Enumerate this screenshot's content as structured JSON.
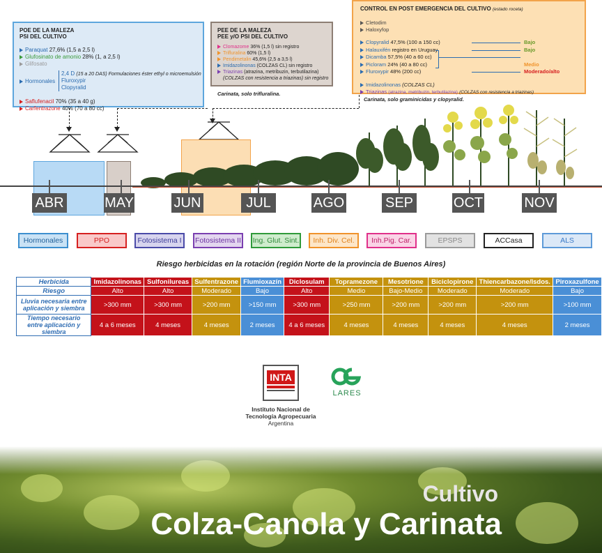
{
  "box_poe": {
    "title1": "POE DE LA MALEZA",
    "title2": "PSI DEL CULTIVO",
    "items": [
      {
        "name": "Paraquat",
        "dose": "27,6% (1,5 a 2,5 l)",
        "color": "#2b6cb0"
      },
      {
        "name": "Glufosinato de amonio",
        "dose": "28% (1, a 2,5 l)",
        "color": "#3a9a3a"
      },
      {
        "name": "Glifosato",
        "dose": "",
        "color": "#9a9a9a"
      },
      {
        "name": "Saflufenacil",
        "dose": "70% (35 a 40 g)",
        "color": "#d62020"
      },
      {
        "name": "Carfentrazone",
        "dose": "40% (70 a 80 cc)",
        "color": "#d62020"
      }
    ],
    "hormonales_label": "Hormonales",
    "hormonales_color": "#2b6cb0",
    "hormonales_items": [
      "2,4 D",
      "Fluroxypir",
      "Clopyralid"
    ],
    "hormonales_note": "(15 a 20 DAS) Formulaciones éster ethyl o microemulsión"
  },
  "box_pee": {
    "title1": "PEE DE LA MALEZA",
    "title2": "PEE y/O PSI DEL CULTIVO",
    "items": [
      {
        "name": "Clomazome",
        "dose": "36% (1,5 l) sin registro",
        "color": "#e0308a"
      },
      {
        "name": "Trifluralina",
        "dose": "60% (1,5 l)",
        "color": "#f0932b"
      },
      {
        "name": "Pendimetalin",
        "dose": "45,6% (2,5 a 3,5 l)",
        "color": "#f0932b"
      },
      {
        "name": "Imidazolinonas",
        "dose": "(COLZAS CL) sin registro",
        "color": "#2b6cb0"
      },
      {
        "name": "Triazinas",
        "dose": "(atrazina, metribuzin, terbutilazina)",
        "color": "#7a3fb0"
      }
    ],
    "extra": "(COLZAS con resistencia a triazinas) sin registro",
    "note": "Carinata, solo trifluralina."
  },
  "box_post": {
    "title": "CONTROL EN POST EMERGENCIA DEL CULTIVO",
    "title_note": "(estado roceta)",
    "graminicides": [
      "Cletodim",
      "Haloxyfop"
    ],
    "items": [
      {
        "name": "Clopyralid",
        "dose": "47,5% (100 a 150 cc)",
        "risk": "Bajo",
        "risk_color": "#6a9a2a"
      },
      {
        "name": "Halauxifén",
        "dose": "registro en Uruguay",
        "risk": "Bajo",
        "risk_color": "#6a9a2a"
      },
      {
        "name": "Dicamba",
        "dose": "57,5% (40 a 60 cc)",
        "risk": "",
        "risk_color": "#f0932b"
      },
      {
        "name": "Picloram",
        "dose": "24% (40 a 80 cc)",
        "risk": "Medio",
        "risk_color": "#f0932b"
      },
      {
        "name": "Fluroxypir",
        "dose": "48% (200 cc)",
        "risk": "Moderado/alto",
        "risk_color": "#d62020"
      }
    ],
    "imi": "Imidazolinonas",
    "imi_note": "(COLZAS CL)",
    "tri": "Triazinas",
    "tri_note": "(atrazina, metribuzin, terbutilazina)",
    "tri_note2": "(COLZAS con resistencia a triazinas)",
    "note": "Carinata, solo graminicidas y clopyralid."
  },
  "months": [
    "ABR",
    "MAY",
    "JUN",
    "JUL",
    "AGO",
    "SEP",
    "OCT",
    "NOV"
  ],
  "legend": [
    {
      "label": "Hormonales",
      "bg": "#c9e2f5",
      "border": "#3d8fcf",
      "color": "#1f5f99"
    },
    {
      "label": "PPO",
      "bg": "#f9c9c9",
      "border": "#d62020",
      "color": "#d62020"
    },
    {
      "label": "Fotosistema I",
      "bg": "#d7d4ee",
      "border": "#4a4aa8",
      "color": "#3a3a98"
    },
    {
      "label": "Fotosistema II",
      "bg": "#e3d6ef",
      "border": "#7a3fb0",
      "color": "#6a2fa0"
    },
    {
      "label": "Ing. Glut. Sint.",
      "bg": "#cfeccd",
      "border": "#2f9a3a",
      "color": "#2f8a3a"
    },
    {
      "label": "Inh. Div. Cel.",
      "bg": "#fde6c8",
      "border": "#f0932b",
      "color": "#e0821b"
    },
    {
      "label": "Inh.Pig. Car.",
      "bg": "#fad4e6",
      "border": "#e0308a",
      "color": "#c0206a"
    },
    {
      "label": "EPSPS",
      "bg": "#e2e2e2",
      "border": "#9a9a9a",
      "color": "#888888"
    },
    {
      "label": "ACCasa",
      "bg": "#ffffff",
      "border": "#222222",
      "color": "#222222"
    },
    {
      "label": "ALS",
      "bg": "#dbe8f7",
      "border": "#5d9ad8",
      "color": "#3a7ac8"
    }
  ],
  "table": {
    "title": "Riesgo herbicidas en la rotación (región Norte de la provincia de Buenos Aires)",
    "row_labels": [
      "Herbicida",
      "Riesgo",
      "Lluvia necesaria entre aplicación y siembra",
      "Tiempo necesario entre aplicación y siembra"
    ],
    "columns": [
      {
        "name": "Imidazolinonas",
        "riesgo": "Alto",
        "lluvia": ">300 mm",
        "tiempo": "4 a 6 meses",
        "color": "#c4121a"
      },
      {
        "name": "Sulfonilureas",
        "riesgo": "Alto",
        "lluvia": ">300 mm",
        "tiempo": "4 meses",
        "color": "#c4121a"
      },
      {
        "name": "Sulfentrazone",
        "riesgo": "Moderado",
        "lluvia": ">200 mm",
        "tiempo": "4 meses",
        "color": "#c4920e"
      },
      {
        "name": "Flumioxazín",
        "riesgo": "Bajo",
        "lluvia": ">150 mm",
        "tiempo": "2 meses",
        "color": "#4a8fd6"
      },
      {
        "name": "Diclosulam",
        "riesgo": "Alto",
        "lluvia": ">300 mm",
        "tiempo": "4 a 6 meses",
        "color": "#c4121a"
      },
      {
        "name": "Topramezone",
        "riesgo": "Medio",
        "lluvia": ">250 mm",
        "tiempo": "4 meses",
        "color": "#c4920e"
      },
      {
        "name": "Mesotrione",
        "riesgo": "Bajo-Medio",
        "lluvia": ">200 mm",
        "tiempo": "4 meses",
        "color": "#c4920e"
      },
      {
        "name": "Biciclopirone",
        "riesgo": "Moderado",
        "lluvia": ">200 mm",
        "tiempo": "4 meses",
        "color": "#c4920e"
      },
      {
        "name": "Thiencarbazone/Isdos.",
        "riesgo": "Moderado",
        "lluvia": ">200 mm",
        "tiempo": "4 meses",
        "color": "#c4920e"
      },
      {
        "name": "Piroxazulfone",
        "riesgo": "Bajo",
        "lluvia": ">100 mm",
        "tiempo": "2 meses",
        "color": "#4a8fd6"
      }
    ]
  },
  "logos": {
    "inta": "INTA",
    "inta_line1": "Instituto Nacional de",
    "inta_line2": "Tecnología Agropecuaria",
    "inta_line3": "Argentina",
    "lares": "LARES"
  },
  "footer": {
    "line1": "Cultivo",
    "line2": "Colza-Canola y Carinata"
  }
}
